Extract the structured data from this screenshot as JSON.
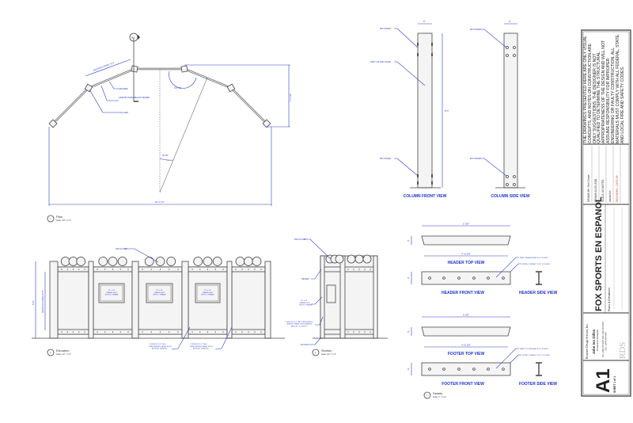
{
  "colors": {
    "annotation": "#2a3fbf",
    "linework": "#444444",
    "revision_text": "#d04040"
  },
  "plan": {
    "title": "Plan",
    "scale": "Scale: 1/8\" = 1'-0\"",
    "number": "4",
    "labels": {
      "graphic_panel": "GRAPHIC PANEL 8'-0\"",
      "header": "HEADER",
      "graphic_panel_below": "GRAPHIC PANEL BELOW HEADER",
      "column": "COLUMN",
      "angle_outer": "137.50°",
      "angle_inner": "22.50°",
      "depth": "7'-2 1/4\"",
      "width": "20'-2 1/2\"",
      "north": "N"
    }
  },
  "column": {
    "width_dim": "9\"",
    "height_dim": "8'-0\"",
    "labels": {
      "bolt_bases_top": "BOLT BASES",
      "paint": "PAINT COLUMN SILVER",
      "bolt_bases_bottom": "BOLT BASES",
      "side_top": "BOLT BASES",
      "side_bottom": "BOLT BASES"
    },
    "front_title": "COLUMN FRONT VIEW",
    "side_title": "COLUMN SIDE VIEW"
  },
  "elevation": {
    "title": "Elevation",
    "scale": "Scale: 1/2\" = 1'-0\"",
    "number": "3",
    "labels": {
      "lamp": "PAR 64 LAMP",
      "height": "8'-9\"",
      "graphic_panel": "GRAPHIC PANEL 8'-8\"",
      "translight": [
        "22\" x 24\"",
        "TRANSLIGHT",
        "WITH 2\" FRAME"
      ],
      "perf_panel": [
        "2' WIDE BY 8'-6\" TALL",
        "PERFORATED PANEL WITH",
        "APPLIED GRAPHIC"
      ]
    }
  },
  "section": {
    "title": "Section",
    "scale": "Scale: 1/2\" = 1'-0\"",
    "number": "2",
    "labels": {
      "lamp": "PAR 64 LAMP",
      "header": "HEADER",
      "translight": [
        "22\" x 24\"",
        "TRANSLIGHT",
        "WITH 2\" FRAME"
      ],
      "perf_panel": [
        "2' WIDE BY 8'-6\" TALL PERFORATED",
        "GRAPHIC PANEL WITH GRAPHIC",
        "APPLIED TO FRONT"
      ],
      "footer": "FOOTER"
    }
  },
  "details": {
    "title": "Details",
    "scale": "Scale: 1\" = 1'-0\"",
    "number": "1",
    "header": {
      "top_dim": "5' 3/8\"",
      "depth_dim": "6\"",
      "bottom_dim": "4' 10 5/8\"",
      "height_dim": "9\"",
      "top_title": "HEADER TOP VIEW",
      "front_title": "HEADER FRONT VIEW",
      "side_title": "HEADER SIDE VIEW",
      "note1": "PAINT HEADER AND BOLT SILVER",
      "note2": "MITRE CORNER TO FIT COLUMN"
    },
    "footer": {
      "top_dim": "5' 3/8\"",
      "depth_dim": "6\"",
      "bottom_dim": "4' 10 5/8\"",
      "height_dim": "9\"",
      "top_title": "FOOTER TOP VIEW",
      "front_title": "FOOTER FRONT VIEW",
      "side_title": "FOOTER SIDE VIEW",
      "note1": "PAINT FOOTER AND BOLT SILVER",
      "note2": "MITRE CORNER TO FIT COLUMN"
    }
  },
  "title_block": {
    "disclaimer": [
      "THE DRAWINGS PRESENTED HERE ARE ONLY VISUAL CONCEPTS, AND NOTES ON",
      "CONSTRUCTION ARE ONLY SUGGESTIONS. THE DESIGNER IS NOT QUALIFIED TO",
      "DETERMINE THE STRUCTURAL APPROPRIATENESS OF THE DESIGN AND WILL NOT",
      "ASSUME RESPONSIBILITY FOR IMPROPER ENGINEERING OR FAULTY CONSTRUCTION.",
      "ALL MATERIALS MUST COMPLY WITH ALL FEDERAL, STATE, AND LOCAL FIRE AND SAFETY",
      "CODES."
    ],
    "drawn_by": "DRAWN BY: Rick Crane",
    "date": "DRAWN 10-05-2018",
    "scale": "SCALE: AS NOTED",
    "issued": "Issued for:",
    "revisions": "REVISIONS - DATE OF",
    "project": "FOX SPORTS EN ESPANOL",
    "sheet_name": "Plans & Elevations",
    "company": "Rountree Design Services, Inc.",
    "designer": "John Ivo Gilles",
    "designer_role": "Production Designer",
    "contact": [
      "TEL: (###) ###-####  FAX: (###) ###-####",
      "CELL: (###) ###-####"
    ],
    "logo": "RDS",
    "sheet_number": "A1",
    "sheet_count": "SHEET 1 of 1"
  }
}
